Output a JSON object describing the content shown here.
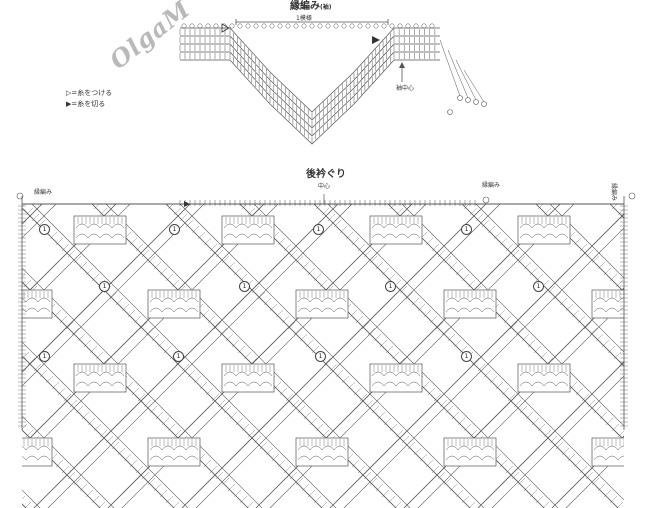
{
  "top_chart": {
    "title": "縁編み",
    "title_suffix": "(袖)",
    "repeat_label": "1模様",
    "sleeve_center_label": "袖中心"
  },
  "legend": {
    "attach": "▷=糸をつける",
    "cut": "▶=糸を切る"
  },
  "watermark": "OlgaM",
  "bottom_chart": {
    "title": "後衿ぐり",
    "center_label": "中心",
    "edge_left": "縁編み",
    "edge_mid": "縁編み",
    "edge_right": "縁編み",
    "motif_numbers": [
      "1",
      "1",
      "1",
      "1",
      "1",
      "1",
      "1",
      "1",
      "1",
      "1",
      "1",
      "1"
    ]
  },
  "colors": {
    "line": "#555555",
    "background": "#ffffff",
    "watermark": "#b9b9b9"
  }
}
